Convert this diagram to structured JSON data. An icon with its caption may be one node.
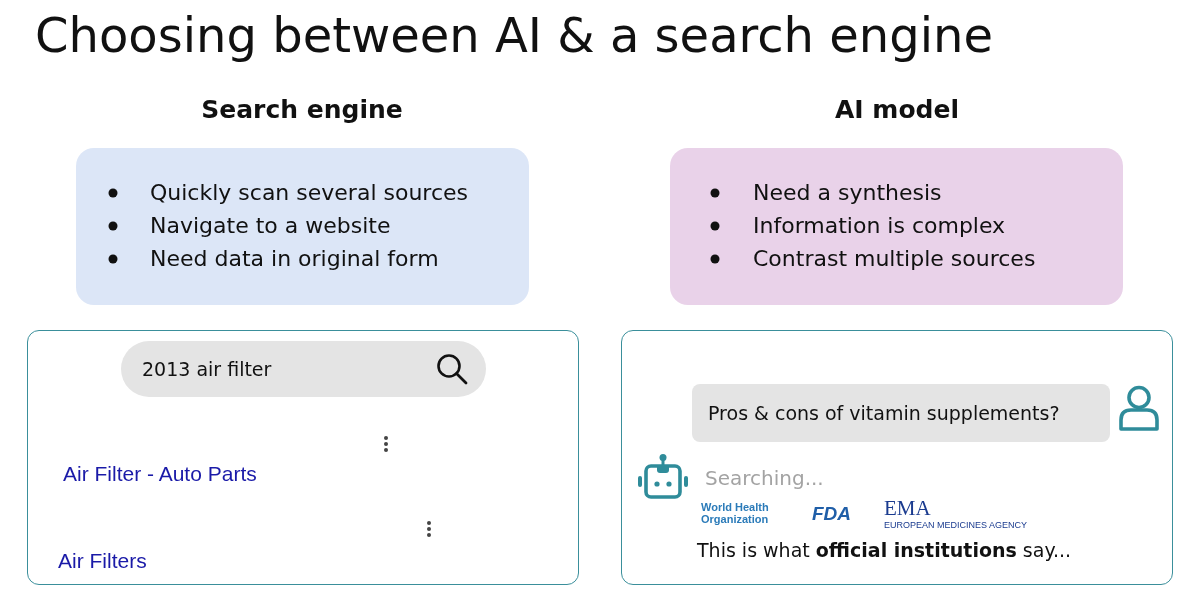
{
  "diagram": {
    "title": "Choosing between AI & a search engine",
    "nodes": [
      {
        "text": [
          "Quickly scan several sources",
          "Navigate to a website",
          "Need data in original form"
        ]
      },
      {
        "text": [
          "Air Filter - Auto Parts",
          "Air Filters"
        ]
      },
      {
        "text": [
          "2013 air filter"
        ],
        "in": 1
      },
      {
        "text": [
          "Need a synthesis",
          "Information is complex",
          "Contrast multiple sources"
        ]
      },
      {
        "text": [
          "Searching...",
          "World Health Organization",
          "FDA",
          "EMA",
          "EUROPEAN MEDICINES AGENCY",
          "This is what **official institutions** say..."
        ]
      },
      {
        "text": [
          "Pros & cons of vitamin supplements?"
        ],
        "in": 4
      }
    ],
    "labels": [
      "Search engine",
      "AI model"
    ]
  }
}
